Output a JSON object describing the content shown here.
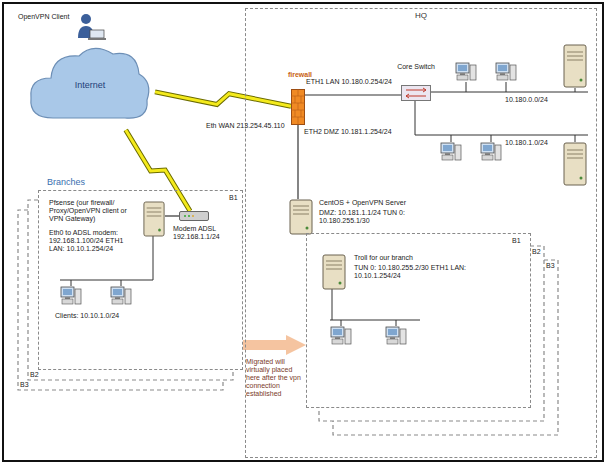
{
  "diagram": {
    "nodes": [
      {
        "text": [
          "Internet"
        ]
      },
      {
        "text": [
          "HQ"
        ]
      },
      {
        "text": [
          "firewall"
        ],
        "in": 1
      },
      {
        "text": [
          "Core Switch"
        ],
        "in": 1
      },
      {
        "text": [
          "CentOS + OpenVPN Server",
          "DMZ: 10.181.1.1/24 TUN 0: 10.180.255.1/30"
        ],
        "in": 1
      },
      {
        "text": [
          "B1"
        ],
        "in": 1
      },
      {
        "text": [
          "Troll for our branch",
          "TUN 0: 10.180.255.2/30 ETH1 LAN: 10.10.1.254/24"
        ],
        "in": 5
      },
      {
        "text": [
          "Branches",
          "B1"
        ]
      },
      {
        "text": [
          "Pfsense (our firewall/ Proxy/OpenVPN client or VPN Gateway)",
          "Eth0 to ADSL modem: 192.168.1.100/24 ETH1 LAN: 10.10.1.254/24"
        ],
        "in": 7
      },
      {
        "text": [
          "Modem ADSL 192.168.1.1/24"
        ],
        "in": 7
      }
    ],
    "edges": [
      {
        "from": 0,
        "to": 2,
        "arrow": "none"
      },
      {
        "from": 0,
        "to": 9,
        "arrow": "none"
      },
      {
        "from": 9,
        "to": 8,
        "arrow": "none"
      },
      {
        "from": 2,
        "to": 3,
        "arrow": "none"
      },
      {
        "from": 2,
        "to": 4,
        "arrow": "none"
      },
      {
        "from": 7,
        "to": 5,
        "arrow": "to"
      }
    ],
    "labels": [
      "OpenVPN Client",
      "Eth WAN 213.254.45.110",
      "ETH1 LAN 10.180.0.254/24",
      "10.180.0.0/24",
      "ETH2 DMZ 10.181.1.254/24",
      "10.180.1.0/24",
      "Clients: 10.10.1.0/24",
      "B2",
      "B3",
      "B2",
      "B3",
      "Migrated will virtually placed here after the vpn connection established"
    ]
  }
}
